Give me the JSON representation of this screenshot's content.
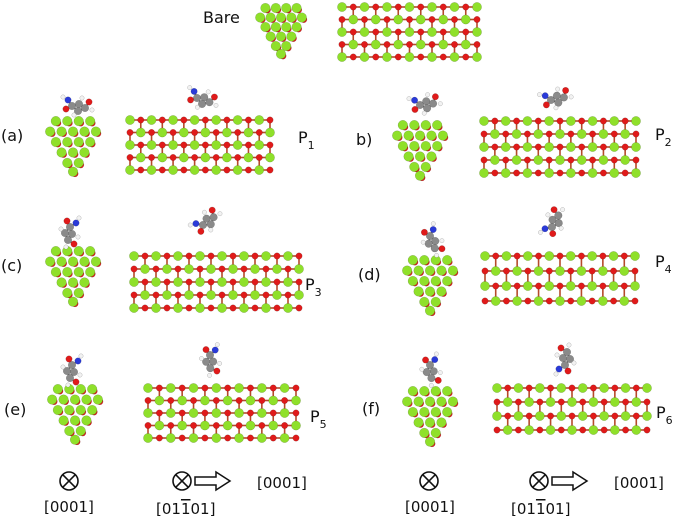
{
  "header": {
    "bare_label": "Bare"
  },
  "panels": [
    {
      "tag": "(a)",
      "product": "P",
      "sub": "1"
    },
    {
      "tag": "b)",
      "product": "P",
      "sub": "2"
    },
    {
      "tag": "(c)",
      "product": "P",
      "sub": "3"
    },
    {
      "tag": "(d)",
      "product": "P",
      "sub": "4"
    },
    {
      "tag": "(e)",
      "product": "P",
      "sub": "5"
    },
    {
      "tag": "(f)",
      "product": "P",
      "sub": "6"
    }
  ],
  "axes": {
    "into_page": "[0001]",
    "arrow_dir": "[0001]",
    "side_pre": "[01",
    "side_bar": "1",
    "side_post": "01]",
    "left": {},
    "right": {}
  },
  "colors": {
    "zn": "#8fe02a",
    "o": "#e01a1a",
    "c": "#8a8a8a",
    "n": "#2a3ad8",
    "h": "#f2f2f2"
  }
}
